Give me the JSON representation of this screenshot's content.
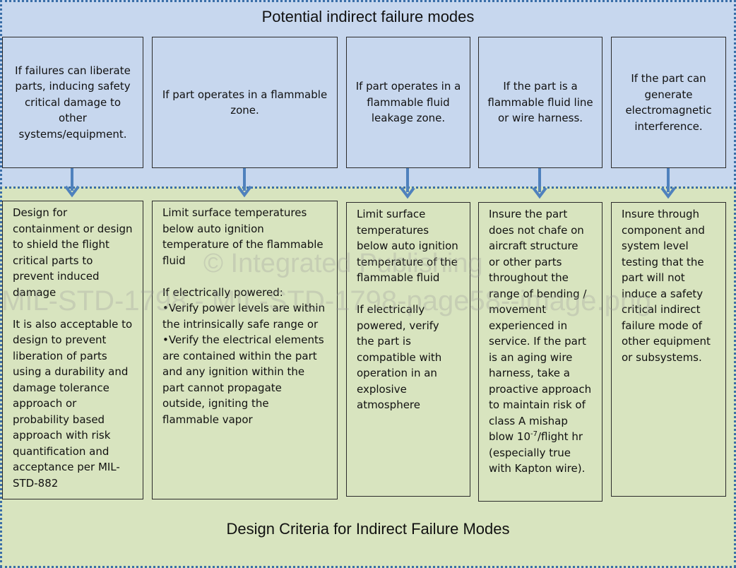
{
  "diagram": {
    "top_title": "Potential indirect failure modes",
    "bottom_title": "Design Criteria for Indirect Failure Modes",
    "failure_modes": [
      "If failures can liberate parts, inducing safety critical damage to other systems/equipment.",
      "If part operates in a flammable zone.",
      "If part operates in a flammable fluid leakage zone.",
      "If the part is a flammable fluid line or wire harness.",
      "If the part can generate electromagnetic interference."
    ],
    "criteria": [
      {
        "paragraphs": [
          "Design for containment or design to shield the flight critical parts to prevent induced damage",
          "It is also acceptable to design to prevent liberation of parts using a durability and damage tolerance approach or probability based approach with risk quantification and acceptance per MIL-STD-882"
        ]
      },
      {
        "p1": "Limit surface temperatures below auto ignition temperature of the flammable fluid",
        "p2": "If electrically powered:",
        "bullet1": "•Verify power levels are within the intrinsically safe range or",
        "bullet2": "•Verify the electrical elements are contained within the part and any ignition within the part cannot propagate outside, igniting the flammable vapor"
      },
      {
        "paragraphs": [
          "Limit surface temperatures below auto ignition temperature of the flammable fluid",
          "If electrically powered, verify the part is compatible with operation in an explosive atmosphere"
        ]
      },
      {
        "text_before": "Insure the part does not chafe on aircraft structure or other parts throughout the range of bending / movement experienced in service.  If the part is an aging wire harness, take a proactive approach to maintain risk of class A mishap blow 10",
        "superscript": "-7",
        "text_after": "/flight hr (especially true with Kapton wire)."
      },
      {
        "paragraphs": [
          "Insure through component and system level testing that the part will not induce a safety critical indirect failure mode of other equipment or subsystems."
        ]
      }
    ]
  },
  "watermark": {
    "line1": "© Integrated Publishing",
    "line2": "MIL-STD-1798 - MIL-STD-1798-page58--image.png"
  },
  "colors": {
    "top_fill": "#c7d7ee",
    "bottom_fill": "#d8e4bf",
    "region_border": "#3a6ea8",
    "arrow": "#4f81bd"
  }
}
